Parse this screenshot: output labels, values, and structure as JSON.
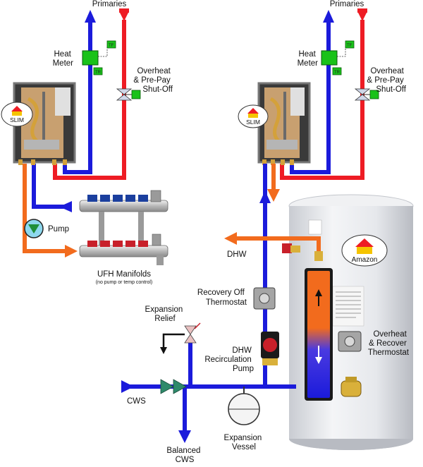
{
  "labels": {
    "primaries_left": "Primaries",
    "primaries_right": "Primaries",
    "heat_meter_left": [
      "Heat",
      "Meter"
    ],
    "heat_meter_right": [
      "Heat",
      "Meter"
    ],
    "overheat_prepay_left": [
      "Overheat",
      "& Pre-Pay",
      "Shut-Off"
    ],
    "overheat_prepay_right": [
      "Overheat",
      "& Pre-Pay",
      "Shut-Off"
    ],
    "slim_left": "SLIM",
    "slim_right": "SLIM",
    "pump": "Pump",
    "ufh_manifolds": "UFH Manifolds",
    "ufh_note": "(no pump or temp control)",
    "dhw": "DHW",
    "amazon": "Amazon",
    "recovery_off_thermostat": [
      "Recovery Off",
      "Thermostat"
    ],
    "expansion_relief": [
      "Expansion",
      "Relief"
    ],
    "dhw_recirculation_pump": [
      "DHW",
      "Recirculation",
      "Pump"
    ],
    "overheat_recover_thermostat": [
      "Overheat",
      "& Recover",
      "Thermostat"
    ],
    "cws": "CWS",
    "balanced_cws": [
      "Balanced",
      "CWS"
    ],
    "expansion_vessel": [
      "Expansion",
      "Vessel"
    ],
    "sensor_tag": "TF",
    "meter_tag": "TR"
  },
  "colors": {
    "flow": "#ee1c24",
    "return": "#1b1bdb",
    "primary_hot": "#f26b1d",
    "meter": "#19c219",
    "tank": "#e4e6ea",
    "unit_frame": "#888888"
  }
}
